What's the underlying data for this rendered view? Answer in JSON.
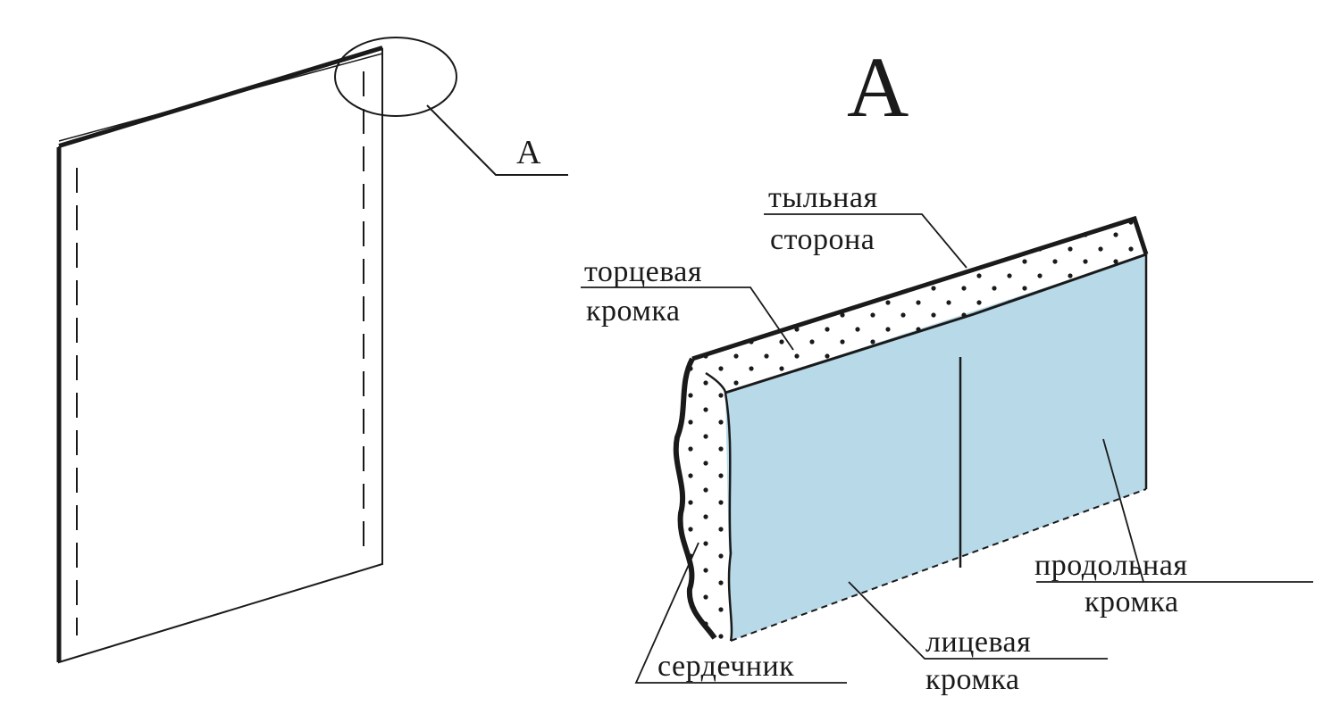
{
  "detail_marker": "А",
  "detail_title": "А",
  "labels": {
    "back_side_line1": "тыльная",
    "back_side_line2": "сторона",
    "end_edge_line1": "торцевая",
    "end_edge_line2": "кромка",
    "longitudinal_edge_line1": "продольная",
    "longitudinal_edge_line2": "кромка",
    "face_edge_line1": "лицевая",
    "face_edge_line2": "кромка",
    "core": "сердечник"
  },
  "colors": {
    "ink": "#1a1a1a",
    "face_fill": "#b7d9e8",
    "background": "#ffffff"
  }
}
